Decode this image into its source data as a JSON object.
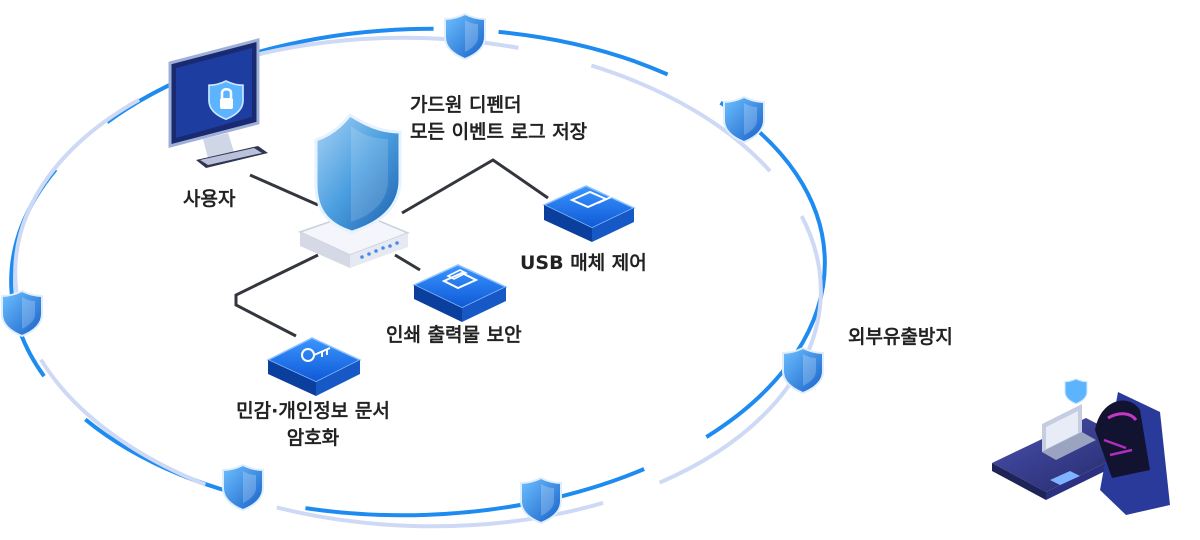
{
  "diagram": {
    "nodes": {
      "user": {
        "label": "사용자"
      },
      "defender": {
        "line1": "가드원 디펜더",
        "line2": "모든 이벤트 로그 저장"
      },
      "usb": {
        "label": "USB 매체 제어"
      },
      "print": {
        "label": "인쇄 출력물 보안"
      },
      "encrypt": {
        "line1": "민감·개인정보 문서",
        "line2": "암호화"
      },
      "leak": {
        "label": "외부유출방지"
      }
    },
    "icons": {
      "shield": "shield-icon",
      "monitor": "monitor-icon",
      "server": "server-icon",
      "usb": "usb-icon",
      "printer": "printer-icon",
      "hacker": "hacker-icon"
    },
    "colors": {
      "ring_dark": "#1e8bf0",
      "ring_light": "#cdd9f5",
      "tile_blue": "#1b74e4",
      "shield_blue": "#2f8fe0",
      "connector": "#33373d",
      "desk": "#3b3f8f"
    }
  }
}
